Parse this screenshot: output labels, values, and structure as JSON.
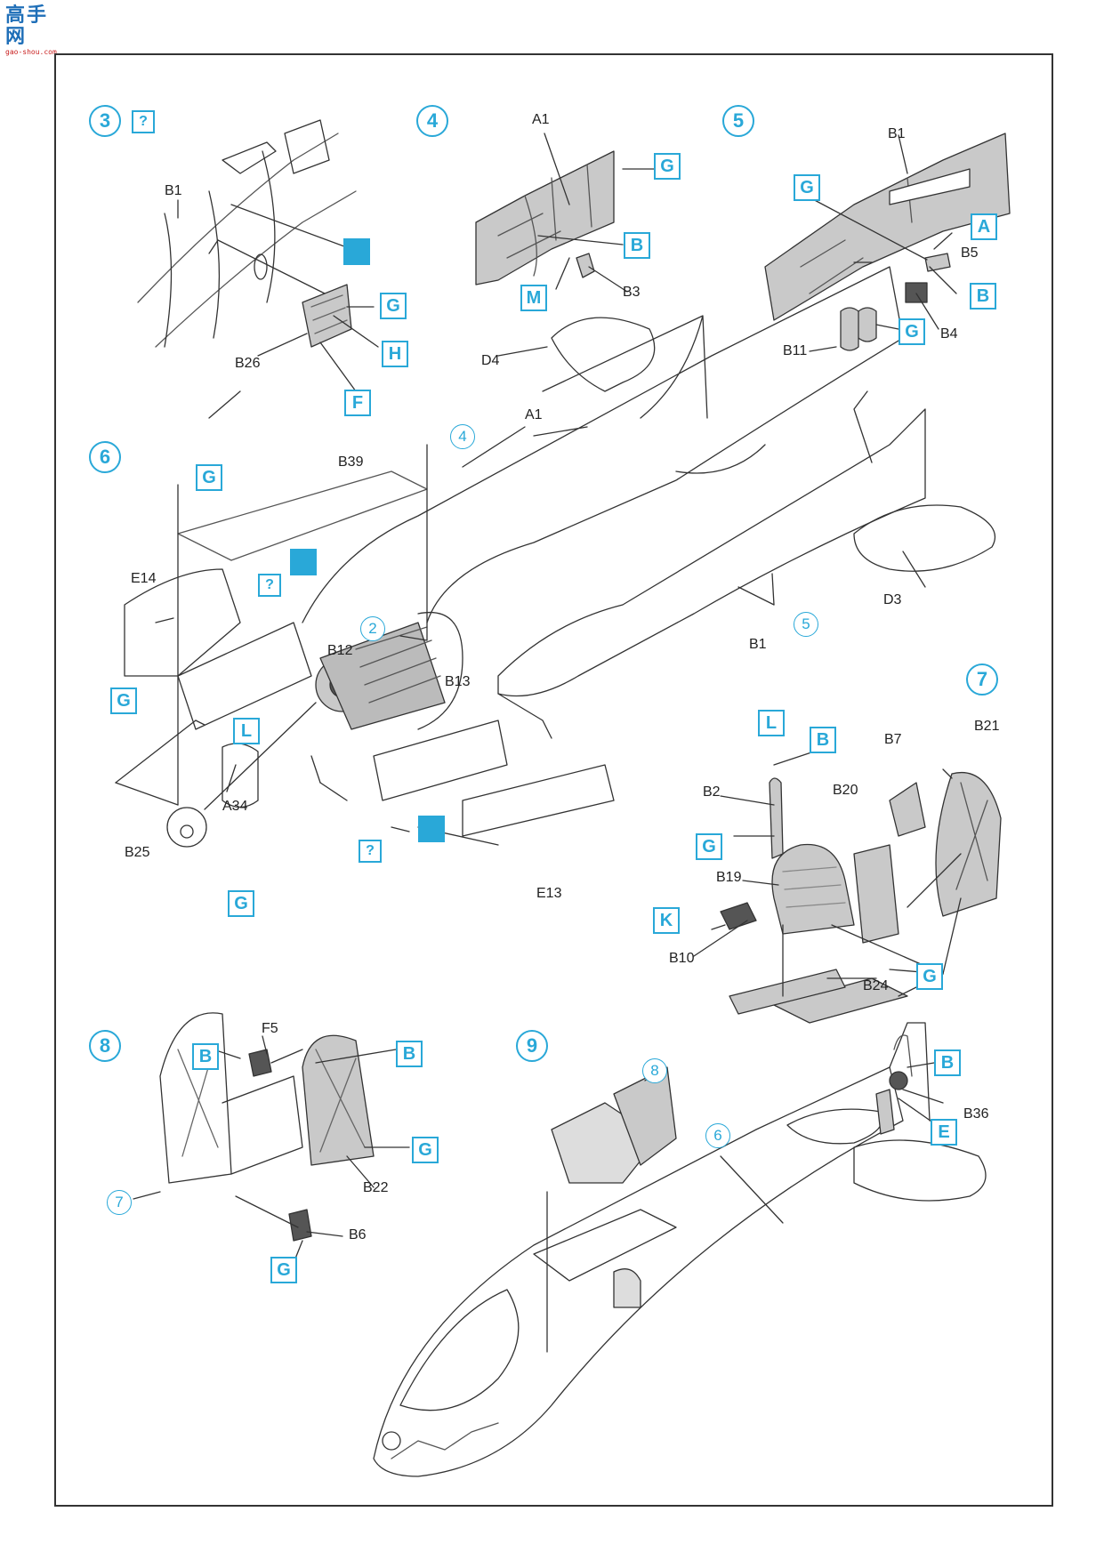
{
  "watermark": {
    "logo": "高手网",
    "url": "gao-shou.com"
  },
  "colors": {
    "accent": "#29a8d8",
    "line": "#333333",
    "part_fill": "#c9c9c9"
  },
  "steps": [
    "3",
    "4",
    "5",
    "6",
    "7",
    "8",
    "9"
  ],
  "subassembly_refs": {
    "step4_ref": "4",
    "step5_ref": "5",
    "step2_ref": "2",
    "step7_ref": "7",
    "step8_ref": "8",
    "step6_ref": "6"
  },
  "paint_codes": {
    "A": "A",
    "B": "B",
    "E": "E",
    "F": "F",
    "G": "G",
    "H": "H",
    "K": "K",
    "L": "L",
    "M": "M",
    "unknown": "?"
  },
  "parts": {
    "s3": {
      "b1": "B1",
      "b26": "B26"
    },
    "s4": {
      "a1": "A1",
      "b3": "B3",
      "d4": "D4"
    },
    "s5": {
      "b1": "B1",
      "b5": "B5",
      "b4": "B4",
      "b11": "B11"
    },
    "s6": {
      "b39": "B39",
      "e14": "E14",
      "a1": "A1",
      "b12": "B12",
      "b13": "B13",
      "b1": "B1",
      "d3": "D3",
      "a34": "A34",
      "b25": "B25",
      "e13": "E13"
    },
    "s7": {
      "b21": "B21",
      "b7": "B7",
      "b20": "B20",
      "b2": "B2",
      "b19": "B19",
      "b10": "B10",
      "b24": "B24"
    },
    "s8": {
      "f5": "F5",
      "b22": "B22",
      "b6": "B6"
    },
    "s9": {
      "b36": "B36"
    }
  },
  "icons": [
    "paint-brush-icon",
    "question-icon"
  ]
}
